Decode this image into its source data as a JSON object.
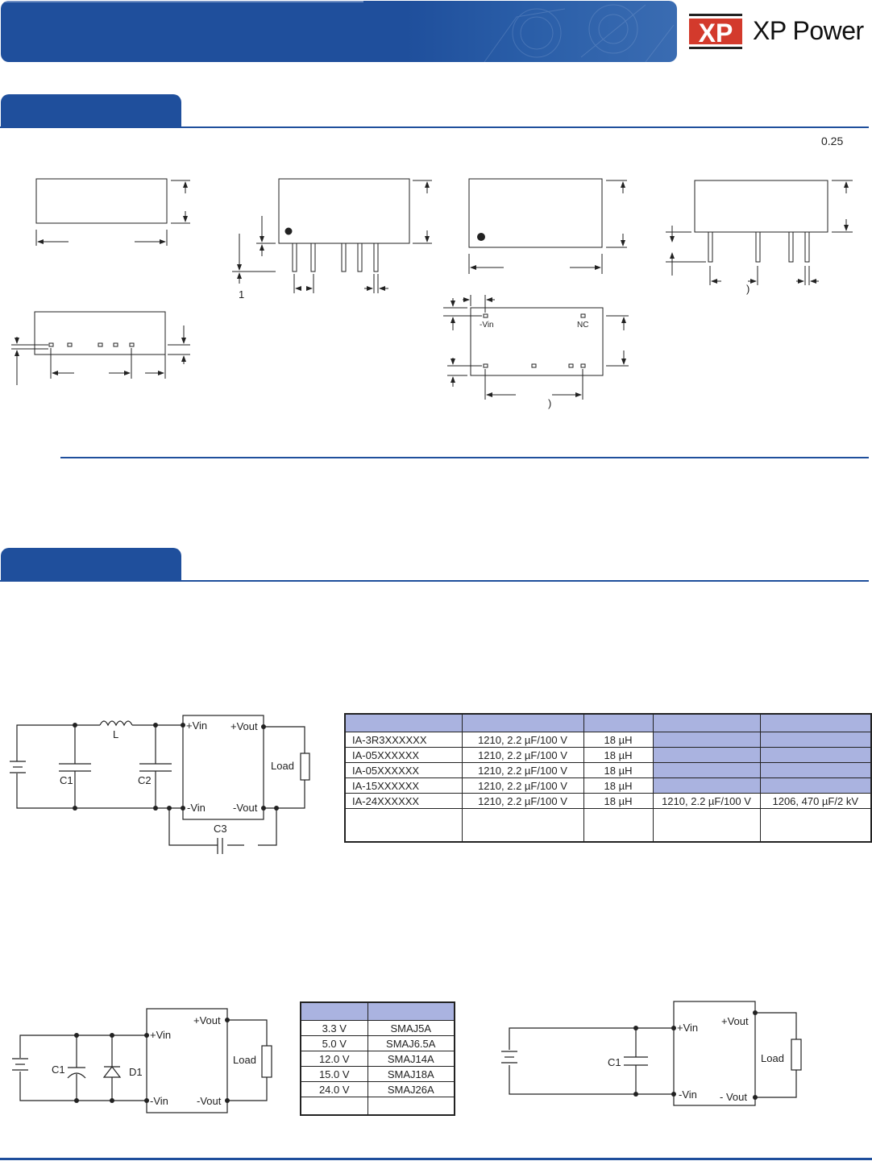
{
  "brand": {
    "logo_mark": "XP",
    "name": "XP Power",
    "colors": {
      "primary": "#1f4f9c",
      "logo_red": "#d33a2c",
      "table_header": "#aab3e0"
    }
  },
  "mechanical": {
    "tolerance": "0.25",
    "pin_label": "1",
    "side_note": ")",
    "bottom_note": ")",
    "pin_vin": "-Vin",
    "pin_nc": "NC"
  },
  "schematic_filter": {
    "inductor": "L",
    "c1": "C1",
    "c2": "C2",
    "c3": "C3",
    "pvin": "+Vin",
    "nvin": "-Vin",
    "pvout": "+Vout",
    "nvout": "-Vout",
    "load": "Load"
  },
  "filter_table": {
    "rows": [
      {
        "model": "IA-3R3XXXXXX",
        "c1": "1210, 2.2 µF/100 V",
        "l": "18 µH",
        "c2": "",
        "c3": ""
      },
      {
        "model": "IA-05XXXXXX",
        "c1": "1210, 2.2 µF/100 V",
        "l": "18 µH",
        "c2": "",
        "c3": ""
      },
      {
        "model": "IA-05XXXXXX",
        "c1": "1210, 2.2 µF/100 V",
        "l": "18 µH",
        "c2": "",
        "c3": ""
      },
      {
        "model": "IA-15XXXXXX",
        "c1": "1210, 2.2 µF/100 V",
        "l": "18 µH",
        "c2": "",
        "c3": ""
      },
      {
        "model": "IA-24XXXXXX",
        "c1": "1210, 2.2 µF/100 V",
        "l": "18 µH",
        "c2": "1210, 2.2 µF/100 V",
        "c3": "1206, 470 µF/2 kV"
      }
    ]
  },
  "schematic_tvs": {
    "c1": "C1",
    "d1": "D1",
    "pvin": "+Vin",
    "nvin": "-Vin",
    "pvout": "+Vout",
    "nvout": "-Vout",
    "load": "Load"
  },
  "tvs_table": {
    "rows": [
      {
        "voltage": "3.3 V",
        "part": "SMAJ5A"
      },
      {
        "voltage": "5.0 V",
        "part": "SMAJ6.5A"
      },
      {
        "voltage": "12.0 V",
        "part": "SMAJ14A"
      },
      {
        "voltage": "15.0 V",
        "part": "SMAJ18A"
      },
      {
        "voltage": "24.0 V",
        "part": "SMAJ26A"
      }
    ]
  },
  "schematic_cap": {
    "c1": "C1",
    "pvin": "+Vin",
    "nvin": "-Vin",
    "pvout": "+Vout",
    "nvout": "- Vout",
    "load": "Load"
  }
}
